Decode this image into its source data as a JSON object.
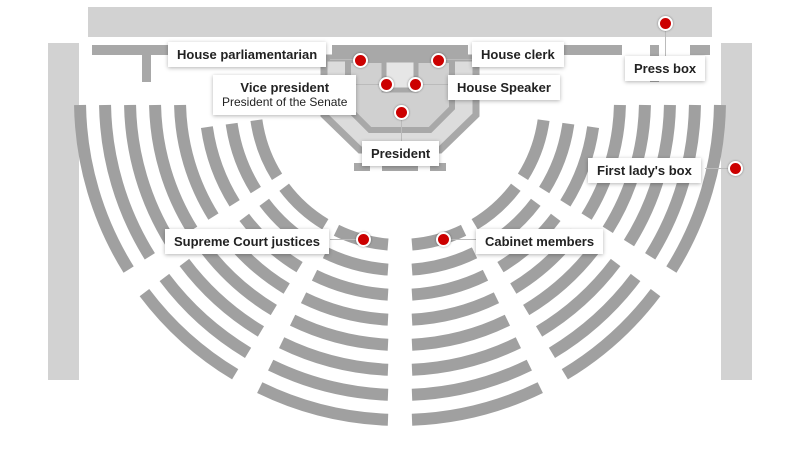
{
  "colors": {
    "accent": "#cc0000",
    "seat": "#a0a0a0",
    "structure": "#d2d2d2"
  },
  "labels": {
    "house_parliamentarian": "House parliamentarian",
    "house_clerk": "House clerk",
    "vice_president": "Vice president",
    "vice_president_sub": "President of the Senate",
    "house_speaker": "House Speaker",
    "president": "President",
    "press_box": "Press box",
    "first_lady_box": "First lady's box",
    "supreme_court": "Supreme Court justices",
    "cabinet": "Cabinet members"
  }
}
